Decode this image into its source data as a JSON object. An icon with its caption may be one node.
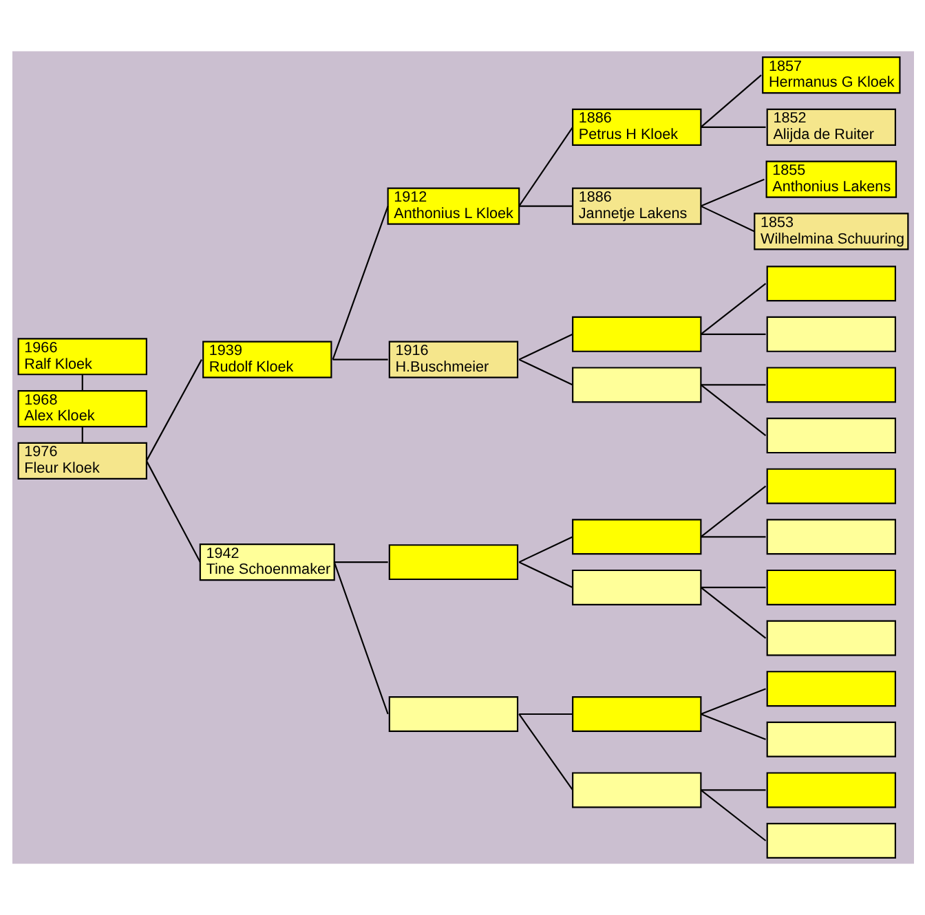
{
  "diagram": {
    "nodes": [
      {
        "text": [
          "1966",
          "Ralf Kloek"
        ]
      },
      {
        "text": [
          "1968",
          "Alex Kloek"
        ]
      },
      {
        "text": [
          "1976",
          "Fleur Kloek"
        ]
      },
      {
        "text": [
          "1939",
          "Rudolf Kloek"
        ]
      },
      {
        "text": [
          "1942",
          "Tine Schoenmaker"
        ]
      },
      {
        "text": [
          "1912",
          "Anthonius L Kloek"
        ]
      },
      {
        "text": [
          "1916",
          "H.Buschmeier"
        ]
      },
      {
        "text": [
          "1886",
          "Petrus H Kloek"
        ]
      },
      {
        "text": [
          "1886",
          "Jannetje Lakens"
        ]
      },
      {
        "text": [
          "1857",
          "Hermanus G Kloek"
        ]
      },
      {
        "text": [
          "1852",
          "Alijda de Ruiter"
        ]
      },
      {
        "text": [
          "1855",
          "Anthonius Lakens"
        ]
      },
      {
        "text": [
          "1853",
          "Wilhelmina Schuuring"
        ]
      },
      {
        "text": [],
        "shape": "box"
      },
      {
        "text": [],
        "shape": "box"
      },
      {
        "text": [],
        "shape": "box"
      },
      {
        "text": [],
        "shape": "box"
      },
      {
        "text": [],
        "shape": "box"
      },
      {
        "text": [],
        "shape": "box"
      },
      {
        "text": [],
        "shape": "box"
      },
      {
        "text": [],
        "shape": "box"
      },
      {
        "text": [],
        "shape": "box"
      },
      {
        "text": [],
        "shape": "box"
      },
      {
        "text": [],
        "shape": "box"
      },
      {
        "text": [],
        "shape": "box"
      },
      {
        "text": [],
        "shape": "box"
      },
      {
        "text": [],
        "shape": "box"
      },
      {
        "text": [],
        "shape": "box"
      },
      {
        "text": [],
        "shape": "box"
      },
      {
        "text": [],
        "shape": "box"
      },
      {
        "text": [],
        "shape": "box"
      },
      {
        "text": [],
        "shape": "box"
      },
      {
        "text": [],
        "shape": "box"
      }
    ],
    "edges": [
      {
        "from": 0,
        "to": 1,
        "arrow": "none"
      },
      {
        "from": 1,
        "to": 2,
        "arrow": "none"
      },
      {
        "from": 2,
        "to": 3,
        "arrow": "none"
      },
      {
        "from": 2,
        "to": 4,
        "arrow": "none"
      },
      {
        "from": 3,
        "to": 5,
        "arrow": "none"
      },
      {
        "from": 3,
        "to": 6,
        "arrow": "none"
      },
      {
        "from": 5,
        "to": 7,
        "arrow": "none"
      },
      {
        "from": 5,
        "to": 8,
        "arrow": "none"
      },
      {
        "from": 7,
        "to": 9,
        "arrow": "none"
      },
      {
        "from": 7,
        "to": 10,
        "arrow": "none"
      },
      {
        "from": 8,
        "to": 11,
        "arrow": "none"
      },
      {
        "from": 8,
        "to": 12,
        "arrow": "none"
      },
      {
        "from": 6,
        "to": 13,
        "arrow": "none"
      },
      {
        "from": 6,
        "to": 14,
        "arrow": "none"
      },
      {
        "from": 13,
        "to": 15,
        "arrow": "none"
      },
      {
        "from": 13,
        "to": 16,
        "arrow": "none"
      },
      {
        "from": 14,
        "to": 17,
        "arrow": "none"
      },
      {
        "from": 14,
        "to": 18,
        "arrow": "none"
      },
      {
        "from": 4,
        "to": 19,
        "arrow": "none"
      },
      {
        "from": 4,
        "to": 20,
        "arrow": "none"
      },
      {
        "from": 19,
        "to": 21,
        "arrow": "none"
      },
      {
        "from": 19,
        "to": 22,
        "arrow": "none"
      },
      {
        "from": 20,
        "to": 23,
        "arrow": "none"
      },
      {
        "from": 20,
        "to": 24,
        "arrow": "none"
      },
      {
        "from": 21,
        "to": 25,
        "arrow": "none"
      },
      {
        "from": 21,
        "to": 26,
        "arrow": "none"
      },
      {
        "from": 22,
        "to": 27,
        "arrow": "none"
      },
      {
        "from": 22,
        "to": 28,
        "arrow": "none"
      },
      {
        "from": 23,
        "to": 29,
        "arrow": "none"
      },
      {
        "from": 23,
        "to": 30,
        "arrow": "none"
      },
      {
        "from": 24,
        "to": 31,
        "arrow": "none"
      },
      {
        "from": 24,
        "to": 32,
        "arrow": "none"
      }
    ]
  }
}
